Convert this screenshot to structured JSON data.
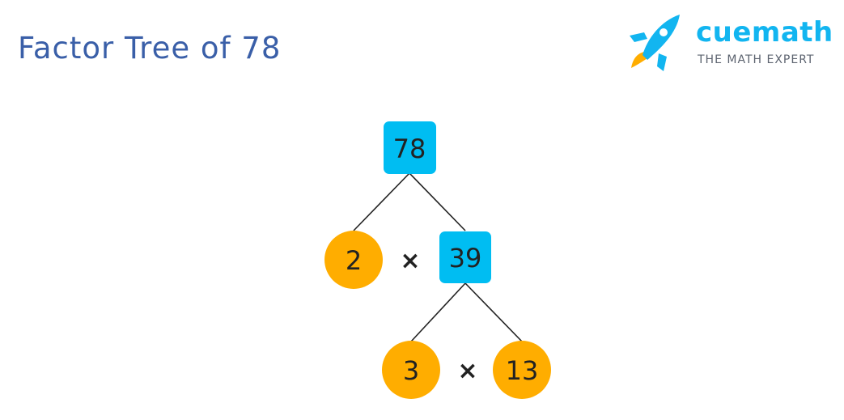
{
  "header": {
    "title": "Factor Tree of 78"
  },
  "logo": {
    "word": "cuemath",
    "tagline": "THE MATH EXPERT"
  },
  "colors": {
    "composite": "#00bdf2",
    "prime": "#ffad00",
    "title": "#3a5fa8",
    "line": "#222222"
  },
  "tree": {
    "root": "78",
    "level1": {
      "left": "2",
      "operator": "×",
      "right": "39"
    },
    "level2": {
      "left": "3",
      "operator": "×",
      "right": "13"
    }
  }
}
